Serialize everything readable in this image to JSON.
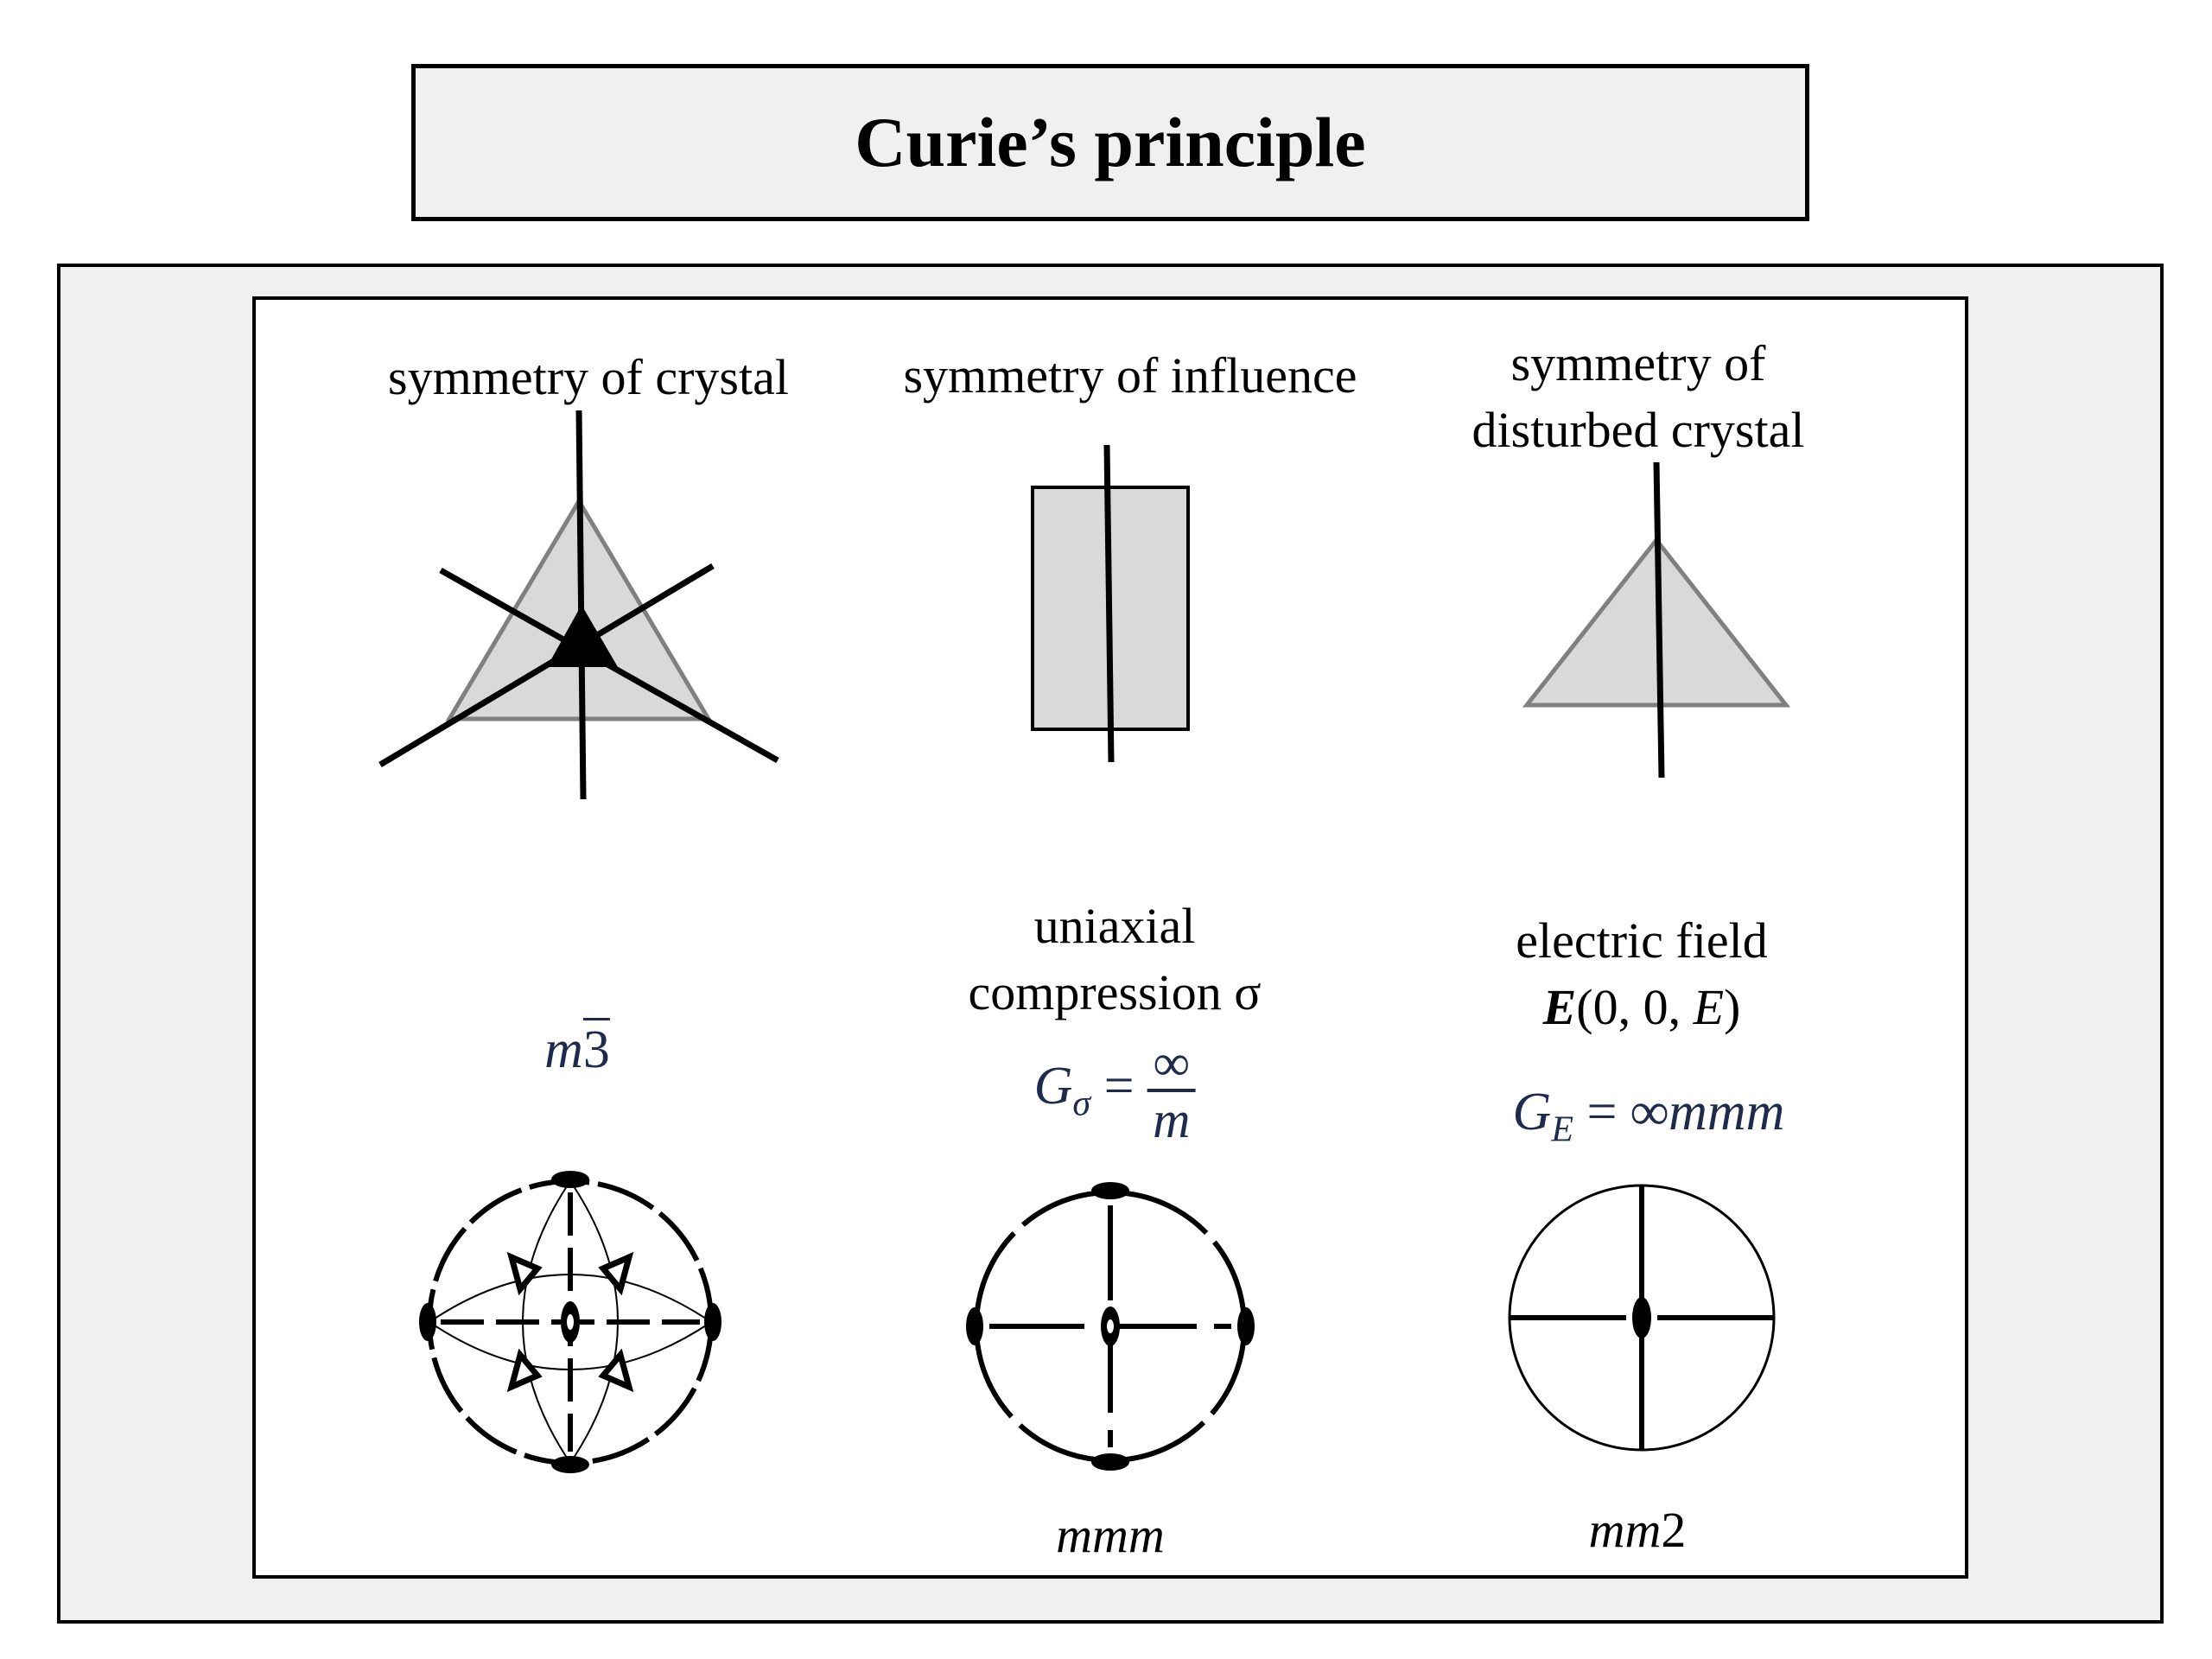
{
  "title": "Curie’s principle",
  "columns": [
    {
      "header_lines": [
        "symmetry of crystal"
      ],
      "group_symbol": {
        "m": "m",
        "bar3": "3"
      },
      "stereogram_label": ""
    },
    {
      "header_lines": [
        "symmetry of influence"
      ],
      "influence_lines": [
        "uniaxial",
        "compression σ"
      ],
      "group_symbol": {
        "g": "G",
        "sub": "σ",
        "eq": "=",
        "num": "∞",
        "den": "m"
      },
      "stereogram_label": "mmm"
    },
    {
      "header_lines": [
        "symmetry of",
        "disturbed crystal"
      ],
      "influence_lines": {
        "line1": "electric field",
        "e": "E",
        "args_open": "(0, 0, ",
        "e2": "E",
        "args_close": ")"
      },
      "group_symbol": {
        "g": "G",
        "sub": "E",
        "eq": "=",
        "rest": "∞mmm"
      },
      "stereogram_label": "mm2"
    }
  ],
  "colors": {
    "fill_gray": "#d9d9d9",
    "shape_stroke": "#808080",
    "panel_bg": "#f0f0f0",
    "symbol_color": "#1f2b4d"
  }
}
